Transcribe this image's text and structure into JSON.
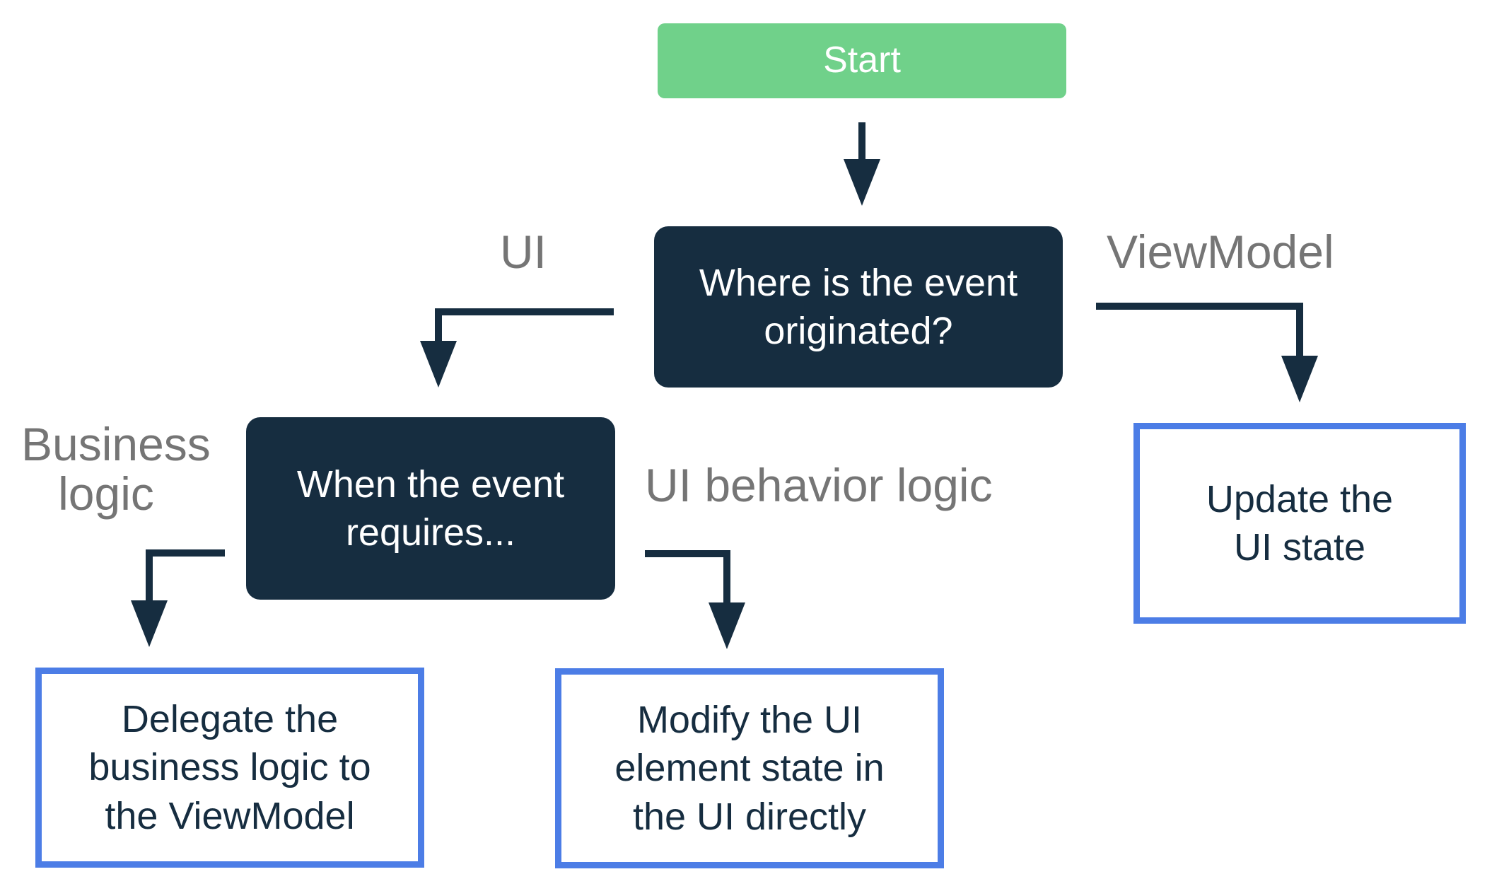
{
  "diagram": {
    "type": "flowchart",
    "nodes": {
      "start": {
        "label": "Start"
      },
      "question": {
        "lines": [
          "Where is the event",
          "originated?"
        ]
      },
      "when": {
        "lines": [
          "When the event",
          "requires..."
        ]
      },
      "update": {
        "lines": [
          "Update the",
          "UI state"
        ]
      },
      "delegate": {
        "lines": [
          "Delegate the",
          "business logic to",
          "the ViewModel"
        ]
      },
      "modify": {
        "lines": [
          "Modify the UI",
          "element state in",
          "the UI directly"
        ]
      }
    },
    "edge_labels": {
      "ui": "UI",
      "viewmodel": "ViewModel",
      "business": {
        "lines": [
          "Business",
          "logic"
        ]
      },
      "ui_behavior": "UI behavior logic"
    },
    "colors": {
      "green": "#70D18A",
      "navy": "#162D40",
      "blue": "#4C7DE6",
      "gray": "#757575",
      "white": "#ffffff"
    }
  }
}
